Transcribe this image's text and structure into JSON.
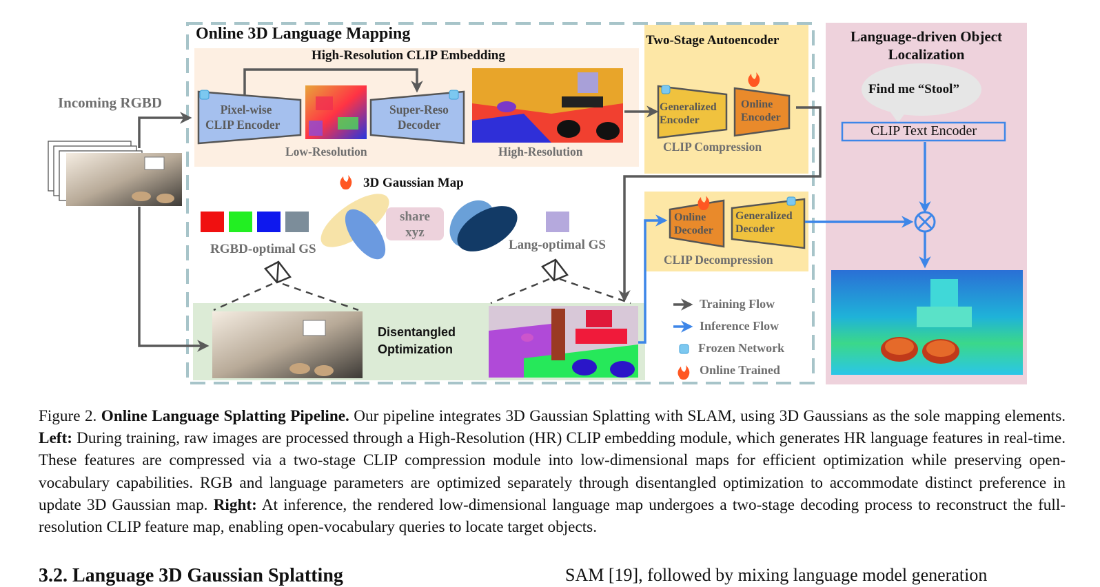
{
  "figure": {
    "online_mapping_title": "Online 3D Language Mapping",
    "hr_clip_title": "High-Resolution CLIP Embedding",
    "incoming_rgbd": "Incoming RGBD",
    "pixel_encoder": [
      "Pixel-wise",
      "CLIP Encoder"
    ],
    "super_reso_decoder": [
      "Super-Reso",
      "Decoder"
    ],
    "low_resolution": "Low-Resolution",
    "high_resolution": "High-Resolution",
    "gaussian_map": "3D Gaussian Map",
    "share_xyz": [
      "share",
      "xyz"
    ],
    "rgbd_optimal": "RGBD-optimal GS",
    "lang_optimal": "Lang-optimal GS",
    "disentangled": [
      "Disentangled",
      "Optimization"
    ],
    "two_stage_title": "Two-Stage Autoencoder",
    "generalized_encoder": [
      "Generalized",
      "Encoder"
    ],
    "online_encoder": [
      "Online",
      "Encoder"
    ],
    "clip_compression": "CLIP Compression",
    "online_decoder": [
      "Online",
      "Decoder"
    ],
    "generalized_decoder": [
      "Generalized",
      "Decoder"
    ],
    "clip_decompression": "CLIP Decompression",
    "legend": {
      "training": "Training Flow",
      "inference": "Inference Flow",
      "frozen": "Frozen Network",
      "online": "Online Trained"
    },
    "localization_title": [
      "Language-driven Object",
      "Localization"
    ],
    "query": "Find me “Stool”",
    "text_encoder": "CLIP Text Encoder",
    "colors": {
      "training_flow": "#5a5a5a",
      "inference_flow": "#3d86e8",
      "panel_peach": "#fdefe2",
      "panel_green": "#dcebd6",
      "panel_yellow": "#fde7a6",
      "panel_pink": "#eed2dc",
      "dashed_border": "#a7c4c9",
      "encoder_blue": "#a5c0ee",
      "encoder_yellow": "#f0c23e",
      "encoder_orange": "#e98a2b"
    }
  },
  "caption": {
    "fig_label": "Figure 2.",
    "title": "Online Language Splatting Pipeline.",
    "part1": "Our pipeline integrates 3D Gaussian Splatting with SLAM, using 3D Gaussians as the sole mapping elements.",
    "left_label": "Left:",
    "part2": "During training, raw images are processed through a High-Resolution (HR) CLIP embedding module, which generates HR language features in real-time. These features are compressed via a two-stage CLIP compression module into low-dimensional maps for efficient optimization while preserving open-vocabulary capabilities. RGB and language parameters are optimized separately through disentangled optimization to accommodate distinct preference in update 3D Gaussian map.",
    "right_label": "Right:",
    "part3": "At inference, the rendered low-dimensional language map undergoes a two-stage decoding process to reconstruct the full-resolution CLIP feature map, enabling open-vocabulary queries to locate target objects."
  },
  "section_heading": "3.2. Language 3D Gaussian Splatting",
  "right_column_text": "SAM [19], followed by mixing language model generation"
}
